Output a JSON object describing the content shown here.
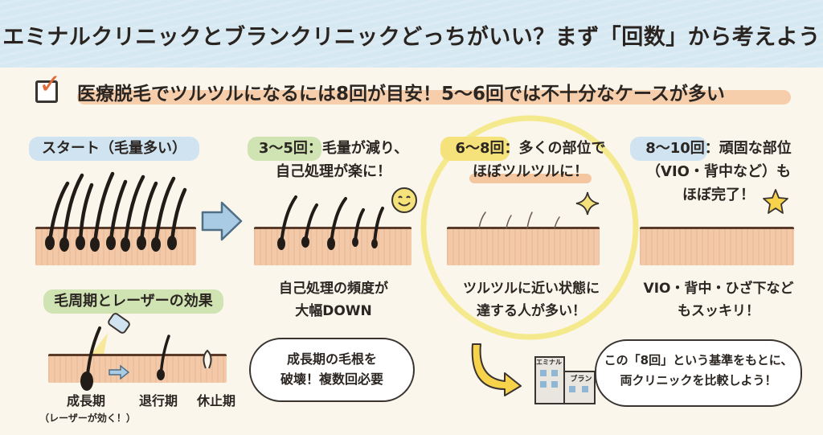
{
  "title": "エミナルクリニックとブランクリニックどっちがいい？まず「回数」から考えよう",
  "headline": "医療脱毛でツルツルになるには8回が目安！5～6回では不十分なケースが多い",
  "stages": [
    {
      "label": "スタート（毛量多い）",
      "caption": []
    },
    {
      "label_lines": [
        "3～5回：毛量が減り、",
        "自己処理が楽に！"
      ],
      "caption": [
        "自己処理の頻度が",
        "大幅DOWN"
      ]
    },
    {
      "label_lines": [
        "6～8回：多くの部位で",
        "ほぼツルツルに！"
      ],
      "caption": [
        "ツルツルに近い状態に",
        "達する人が多い！"
      ]
    },
    {
      "label_lines": [
        "8～10回：頑固な部位",
        "（VIO・背中など）も",
        "ほぼ完了！"
      ],
      "caption": [
        "VIO・背中・ひざ下など",
        "もスッキリ！"
      ]
    }
  ],
  "cycle": {
    "label": "毛周期とレーザーの効果",
    "phases": [
      "成長期",
      "退行期",
      "休止期"
    ],
    "note": "（レーザーが効く！）"
  },
  "bubble_mid": [
    "成長期の毛根を",
    "破壊！複数回必要"
  ],
  "bubble_right": [
    "この「8回」という基準をもとに、",
    "両クリニックを比較しよう！"
  ],
  "clinic_signs": [
    "エミナル",
    "ブラン"
  ],
  "colors": {
    "accent": "#e06a3a",
    "highlight_green": "#cfe3b3",
    "highlight_yellow": "#f6e27a",
    "highlight_blue": "#cfe3f1",
    "skin": "#f3caa9",
    "ring": "#f4e98c"
  },
  "icons": [
    "check-icon",
    "right-arrow-icon",
    "smile-icon",
    "sparkle-icon",
    "star-icon",
    "laser-icon",
    "curved-arrow-icon",
    "clinic-building-icon"
  ]
}
